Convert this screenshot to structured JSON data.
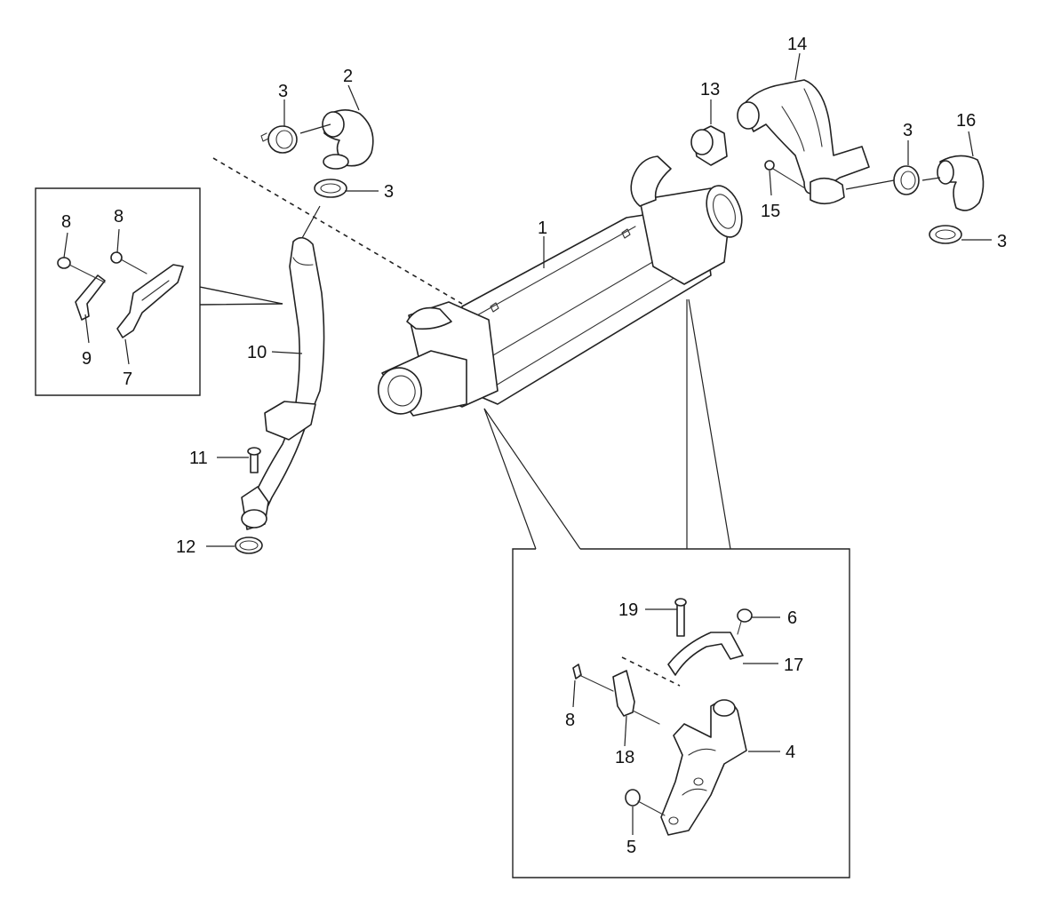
{
  "callouts": {
    "c1": "1",
    "c2": "2",
    "c3a": "3",
    "c3b": "3",
    "c3c": "3",
    "c3d": "3",
    "c4": "4",
    "c5": "5",
    "c6": "6",
    "c7": "7",
    "c8a": "8",
    "c8b": "8",
    "c8c": "8",
    "c9": "9",
    "c10": "10",
    "c11": "11",
    "c12": "12",
    "c13": "13",
    "c14": "14",
    "c15": "15",
    "c16": "16",
    "c17": "17",
    "c18": "18",
    "c19": "19"
  },
  "colors": {
    "line": "#222222",
    "background": "#ffffff"
  }
}
